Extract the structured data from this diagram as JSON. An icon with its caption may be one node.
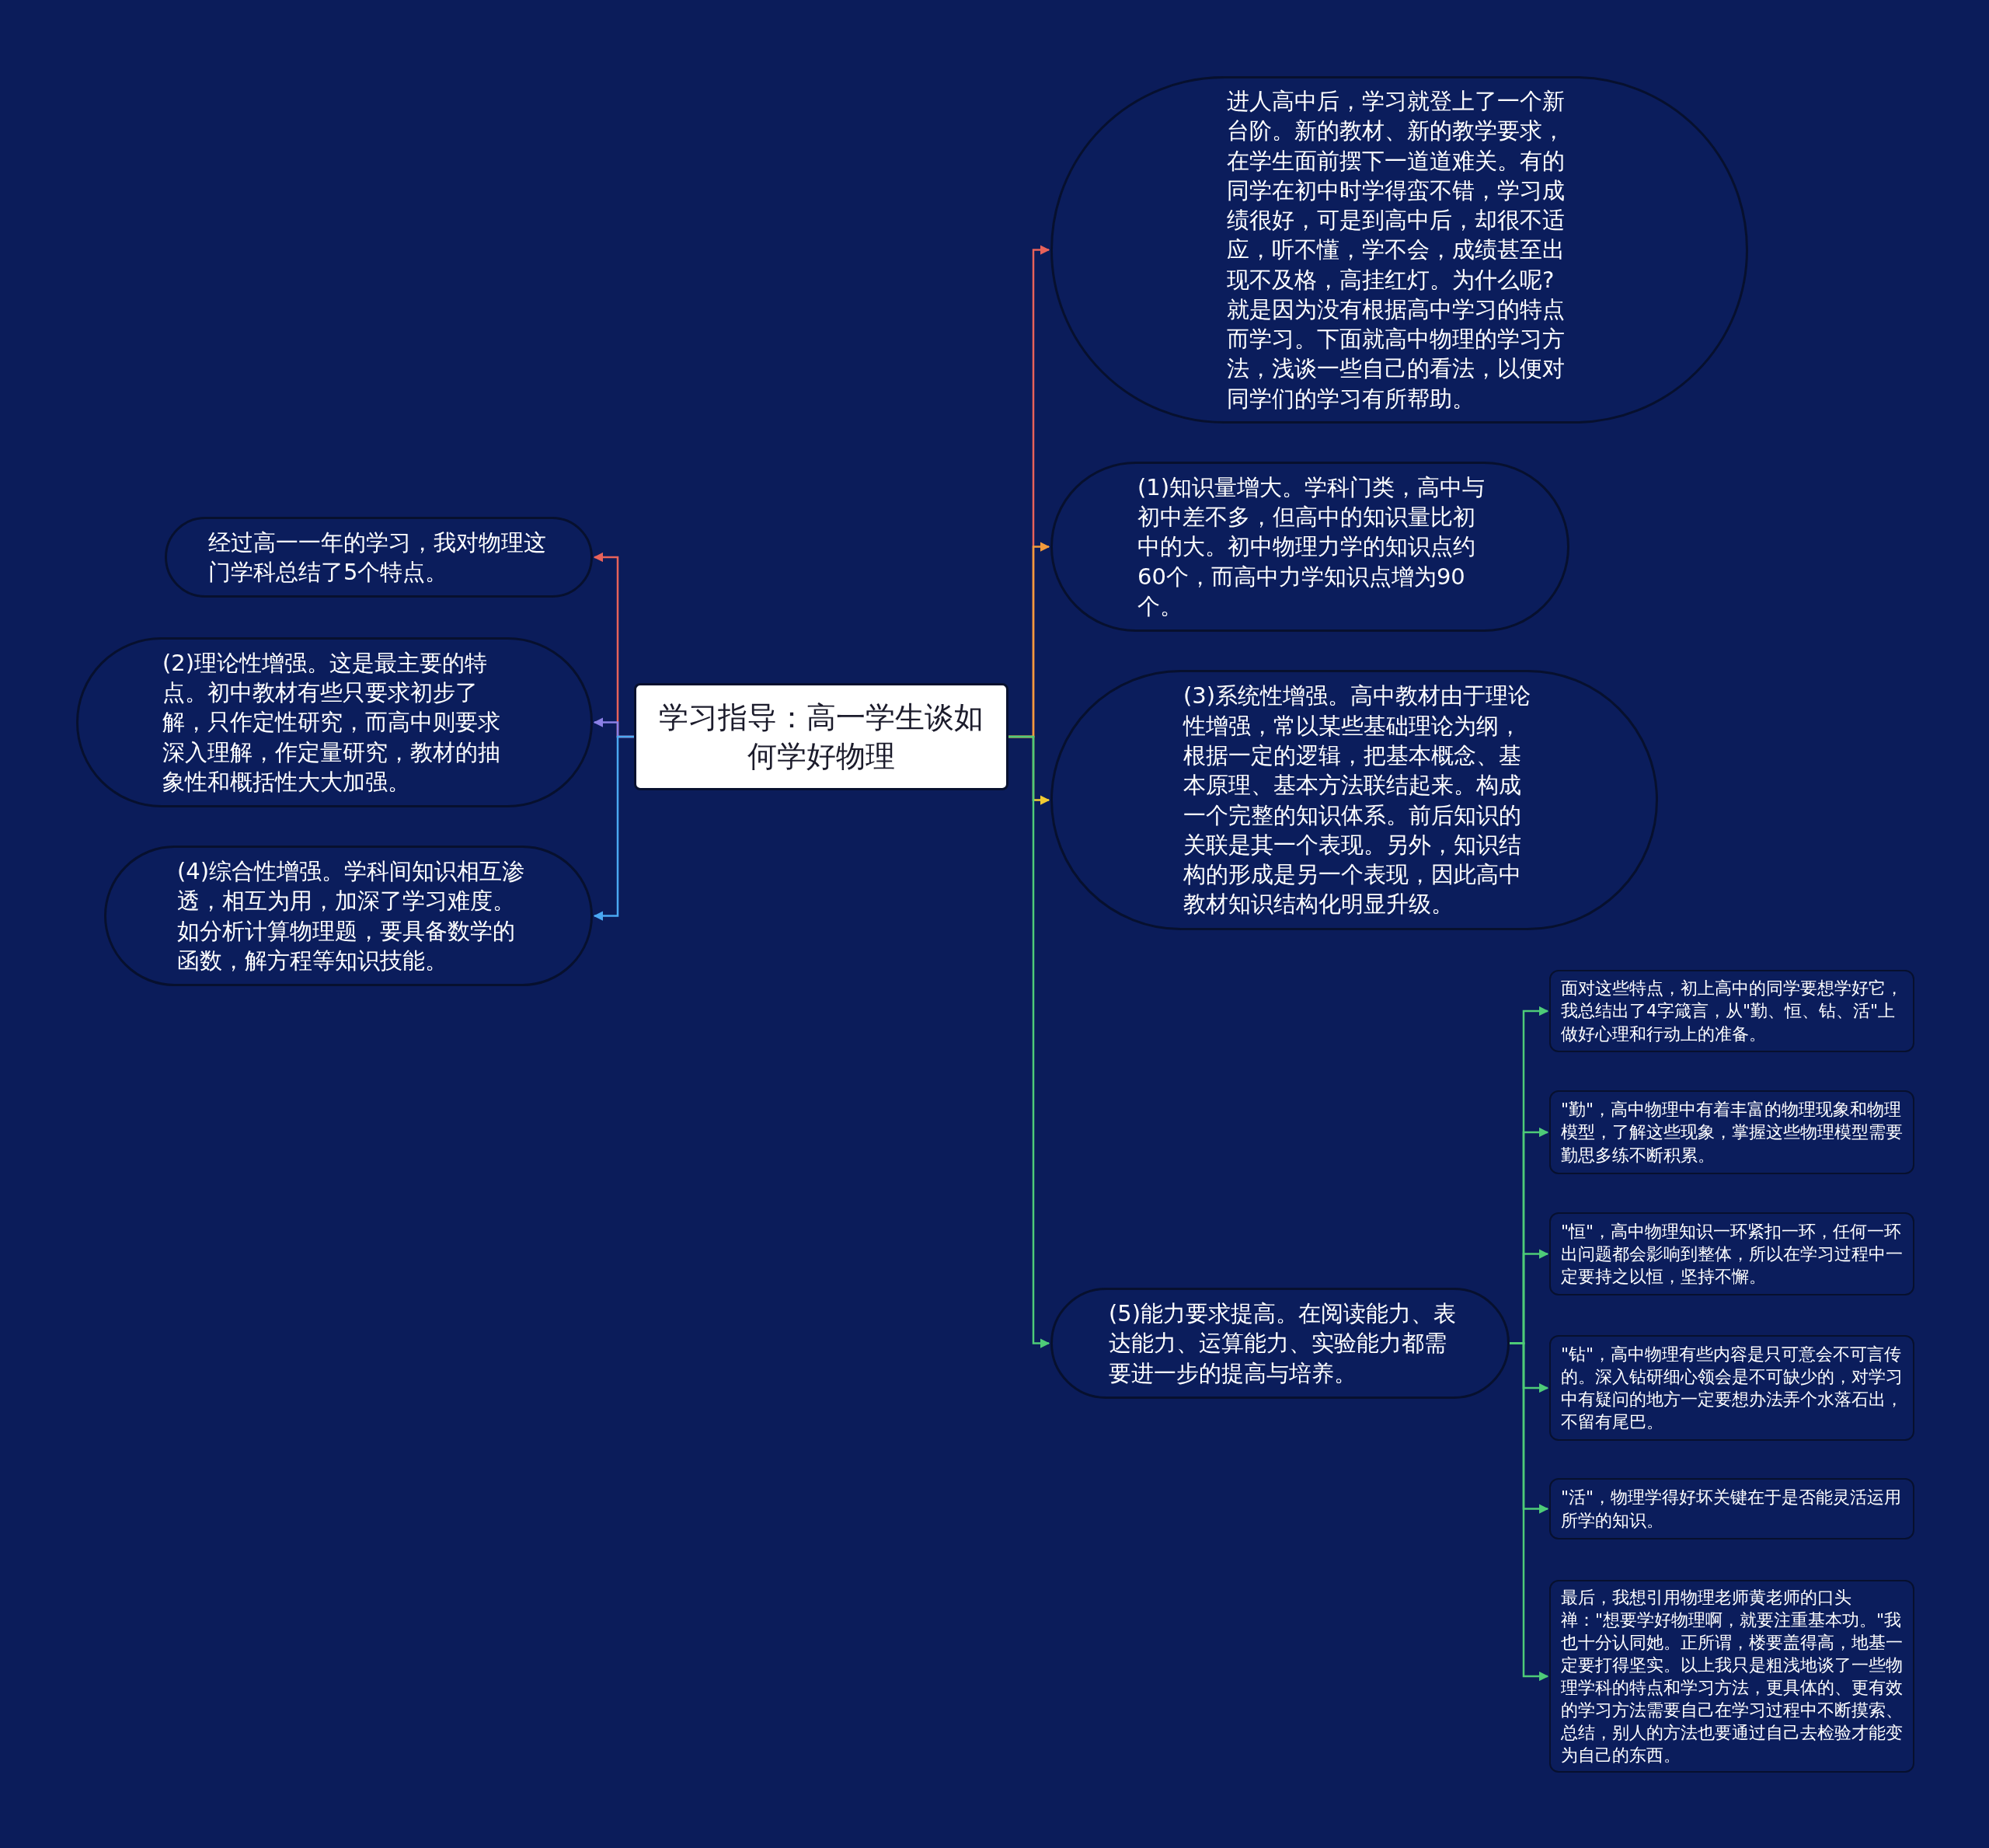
{
  "diagram": {
    "nodes": [
      {
        "text": [
          "学习指导：高一学生谈如何学好物理"
        ]
      },
      {
        "text": [
          "经过高一一年的学习，我对物理这门学科总结了5个特点。"
        ]
      },
      {
        "text": [
          "(2)理论性增强。这是最主要的特点。初中教材有些只要求初步了解，只作定性研究，而高中则要求深入理解，作定量研究，教材的抽象性和概括性大大加强。"
        ]
      },
      {
        "text": [
          "(4)综合性增强。学科间知识相互渗透，相互为用，加深了学习难度。如分析计算物理题，要具备数学的函数，解方程等知识技能。"
        ]
      },
      {
        "text": [
          "进人高中后，学习就登上了一个新台阶。新的教材、新的教学要求，在学生面前摆下一道道难关。有的同学在初中时学得蛮不错，学习成绩很好，可是到高中后，却很不适应，听不懂，学不会，成绩甚至出现不及格，高挂红灯。为什么呢?就是因为没有根据高中学习的特点而学习。下面就高中物理的学习方法，浅谈一些自己的看法，以便对同学们的学习有所帮助。"
        ]
      },
      {
        "text": [
          "(1)知识量增大。学科门类，高中与初中差不多，但高中的知识量比初中的大。初中物理力学的知识点约60个，而高中力学知识点增为90个。"
        ]
      },
      {
        "text": [
          "(3)系统性增强。高中教材由于理论性增强，常以某些基础理论为纲，根据一定的逻辑，把基本概念、基本原理、基本方法联结起来。构成一个完整的知识体系。前后知识的关联是其一个表现。另外，知识结构的形成是另一个表现，因此高中教材知识结构化明显升级。"
        ]
      },
      {
        "text": [
          "(5)能力要求提高。在阅读能力、表达能力、运算能力、实验能力都需要进一步的提高与培养。"
        ]
      },
      {
        "text": [
          "面对这些特点，初上高中的同学要想学好它，我总结出了4字箴言，从\"勤、恒、钻、活\"上做好心理和行动上的准备。"
        ]
      },
      {
        "text": [
          "\"勤\"，高中物理中有着丰富的物理现象和物理模型，了解这些现象，掌握这些物理模型需要勤思多练不断积累。"
        ]
      },
      {
        "text": [
          "\"恒\"，高中物理知识一环紧扣一环，任何一环出问题都会影响到整体，所以在学习过程中一定要持之以恒，坚持不懈。"
        ]
      },
      {
        "text": [
          "\"钻\"，高中物理有些内容是只可意会不可言传的。深入钻研细心领会是不可缺少的，对学习中有疑问的地方一定要想办法弄个水落石出，不留有尾巴。"
        ]
      },
      {
        "text": [
          "\"活\"，物理学得好坏关键在于是否能灵活运用所学的知识。"
        ]
      },
      {
        "text": [
          "最后，我想引用物理老师黄老师的口头禅：\"想要学好物理啊，就要注重基本功。\"我也十分认同她。正所谓，楼要盖得高，地基一定要打得坚实。以上我只是粗浅地谈了一些物理学科的特点和学习方法，更具体的、更有效的学习方法需要自己在学习过程中不断摸索、总结，别人的方法也要通过自己去检验才能变为自己的东西。"
        ]
      }
    ],
    "edges": [
      {
        "from": 0,
        "to": 1,
        "arrow": "to",
        "color": "#e8625a"
      },
      {
        "from": 0,
        "to": 2,
        "arrow": "to",
        "color": "#8b80e6"
      },
      {
        "from": 0,
        "to": 3,
        "arrow": "to",
        "color": "#4aa8f2"
      },
      {
        "from": 0,
        "to": 4,
        "arrow": "to",
        "color": "#e8625a"
      },
      {
        "from": 0,
        "to": 5,
        "arrow": "to",
        "color": "#f39a3c"
      },
      {
        "from": 0,
        "to": 6,
        "arrow": "to",
        "color": "#f2cb32"
      },
      {
        "from": 0,
        "to": 7,
        "arrow": "to"
      },
      {
        "from": 7,
        "to": 8,
        "arrow": "to"
      },
      {
        "from": 7,
        "to": 9,
        "arrow": "to"
      },
      {
        "from": 7,
        "to": 10,
        "arrow": "to"
      },
      {
        "from": 7,
        "to": 11,
        "arrow": "to"
      },
      {
        "from": 7,
        "to": 12,
        "arrow": "to"
      },
      {
        "from": 7,
        "to": 13,
        "arrow": "to"
      }
    ]
  }
}
